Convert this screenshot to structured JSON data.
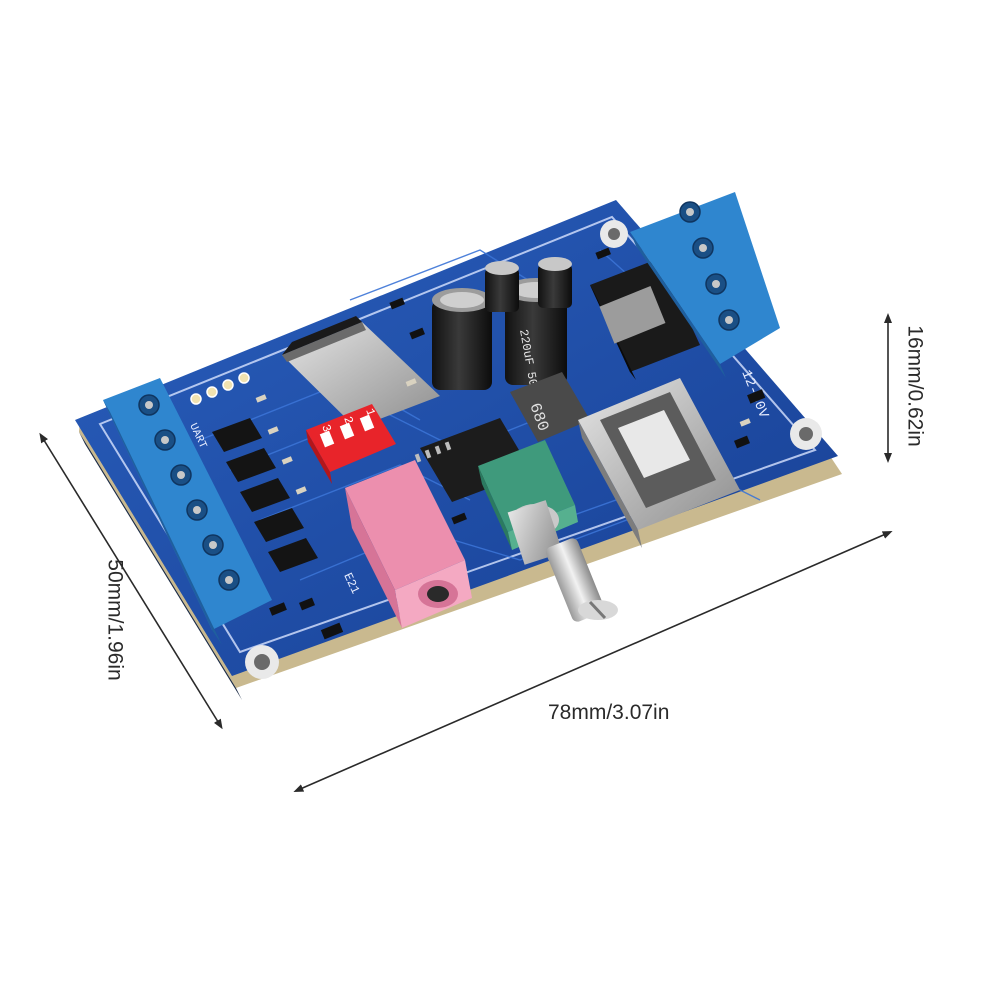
{
  "dimensions": {
    "length_label": "78mm/3.07in",
    "width_label": "50mm/1.96in",
    "height_label": "16mm/0.62in"
  },
  "board": {
    "voltage_marking": "12-30V",
    "capacitor_marking": "220uF 50V",
    "inductor_marking": "680",
    "dip_switch_labels": [
      "1",
      "2",
      "3"
    ],
    "header_marking": "UART",
    "jack_marking": "E21"
  },
  "colors": {
    "pcb": "#1f4fa8",
    "terminal_block": "#2f86cf",
    "audio_jack": "#ec8fae",
    "dip_switch": "#e8242a",
    "potentiometer": "#3f9a7c",
    "dimension_lines": "#2a2a2a"
  }
}
